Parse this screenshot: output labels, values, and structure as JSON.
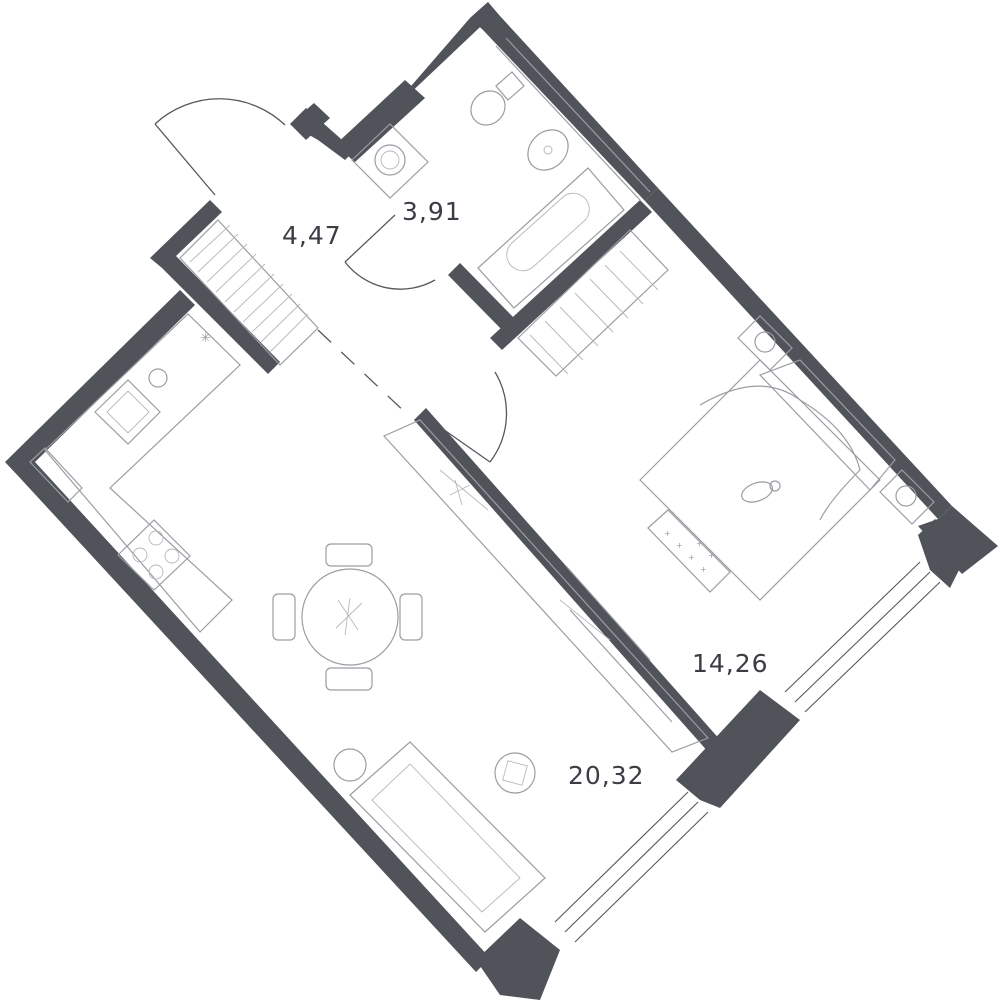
{
  "rooms": [
    {
      "id": "hallway",
      "area": "4,47"
    },
    {
      "id": "bathroom",
      "area": "3,91"
    },
    {
      "id": "bedroom",
      "area": "14,26"
    },
    {
      "id": "living",
      "area": "20,32"
    }
  ],
  "colors": {
    "wall": "#50535a",
    "line": "#9a9da3",
    "text": "#3a3d44",
    "background": "#ffffff"
  }
}
